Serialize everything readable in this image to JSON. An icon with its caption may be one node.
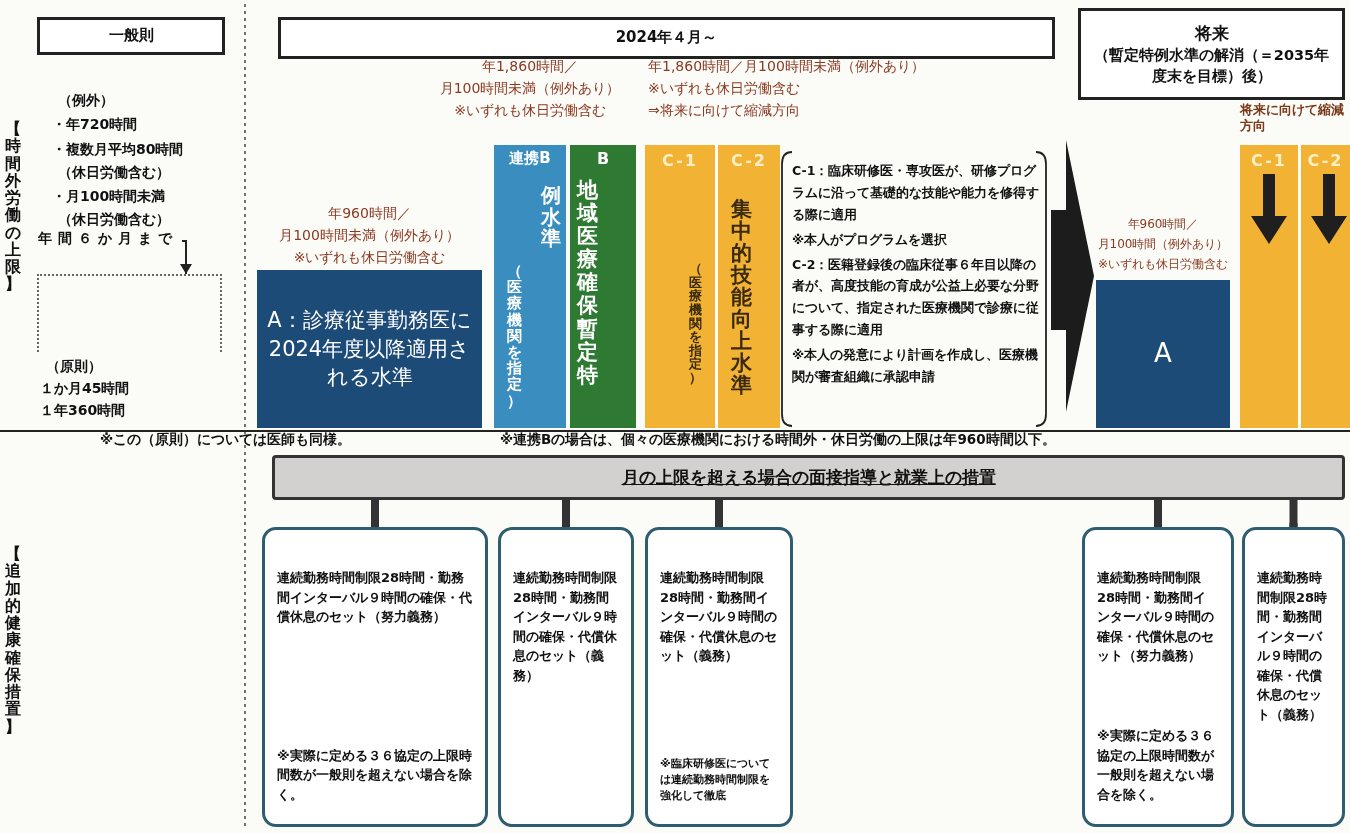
{
  "diagram": {
    "nodes": [
      {
        "text": [
          "一般則"
        ]
      },
      {
        "text": [
          "2024年４月～"
        ]
      },
      {
        "text": [
          "将来",
          "（暫定特例水準の解消（＝2035年度末を目標）後）"
        ]
      },
      {
        "text": [
          "年間６か月まで"
        ]
      },
      {
        "text": [],
        "shape": "box"
      },
      {
        "text": [
          "A：診療従事勤務医に2024年度以降適用される水準"
        ],
        "beside": [
          "年960時間／",
          "月100時間未満（例外あり）",
          "※いずれも休日労働含む"
        ]
      },
      {
        "text": [
          "連携B",
          "例水準",
          "（医療機関を指定）"
        ]
      },
      {
        "text": [
          "B",
          "地域医療確保暫定特"
        ]
      },
      {
        "text": [
          "C-1"
        ]
      },
      {
        "text": [
          "C-2"
        ]
      },
      {
        "text": [
          "A"
        ],
        "beside": [
          "年960時間／",
          "月100時間（例外あり）",
          "※いずれも休日労働含む"
        ]
      },
      {
        "text": [
          "C-1"
        ]
      },
      {
        "text": [
          "C-2"
        ]
      },
      {
        "text": [
          "月の上限を超える場合の面接指導と就業上の措置"
        ]
      },
      {
        "text": [
          "連続勤務時間制限28時間・勤務間インターバル９時間の確保・代償休息のセット（努力義務）",
          "※実際に定める３６協定の上限時間数が一般則を超えない場合を除く。"
        ]
      },
      {
        "text": [
          "連続勤務時間制限28時間・勤務間インターバル９時間の確保・代償休息のセット（義務）"
        ]
      },
      {
        "text": [
          "連続勤務時間制限28時間・勤務間インターバル９時間の確保・代償休息のセット（義務）",
          "※臨床研修医については連続勤務時間制限を強化して徹底"
        ]
      },
      {
        "text": [
          "連続勤務時間制限28時間・勤務間インターバル９時間の確保・代償休息のセット（努力義務）",
          "※実際に定める３６協定の上限時間数が一般則を超えない場合を除く。"
        ]
      },
      {
        "text": [
          "連続勤務時間制限28時間・勤務間インターバル９時間の確保・代償休息のセット（義務）"
        ]
      }
    ],
    "edges": [
      {
        "from": 3,
        "to": 4,
        "arrow": "to"
      },
      {
        "from": null,
        "to": 10,
        "arrow": "to",
        "style": "thick"
      },
      {
        "from": 13,
        "to": 14,
        "arrow": "other"
      },
      {
        "from": 13,
        "to": 15,
        "arrow": "other"
      },
      {
        "from": 13,
        "to": 16,
        "arrow": "other"
      },
      {
        "from": 13,
        "to": 17,
        "arrow": "other"
      },
      {
        "from": 13,
        "to": 18,
        "arrow": "other"
      }
    ],
    "labels": [
      "【時間外労働の上限】",
      "（例外）",
      "・年720時間",
      "・複数月平均80時間",
      "（休日労働含む）",
      "・月100時間未満",
      "（休日労働含む）",
      "（原則）",
      "１か月45時間",
      "１年360時間",
      "年1,860時間／",
      "月100時間未満（例外あり）",
      "※いずれも休日労働含む",
      "年1,860時間／月100時間未満（例外あり）",
      "※いずれも休日労働含む",
      "⇒将来に向けて縮減方向",
      "集中的技能向上水準",
      "（医療機関を指定）",
      "C-1：臨床研修医・専攻医が、研修プログラムに沿って基礎的な技能や能力を修得する際に適用",
      "※本人がプログラムを選択",
      "C-2：医籍登録後の臨床従事６年目以降の者が、高度技能の育成が公益上必要な分野について、指定された医療機関で診療に従事する際に適用",
      "※本人の発意により計画を作成し、医療機関が審査組織に承認申請",
      "将来に向けて縮減方向",
      "【追加的健康確保措置】",
      "※この（原則）については医師も同様。",
      "※連携Bの場合は、個々の医療機関における時間外・休日労働の上限は年960時間以下。"
    ]
  }
}
